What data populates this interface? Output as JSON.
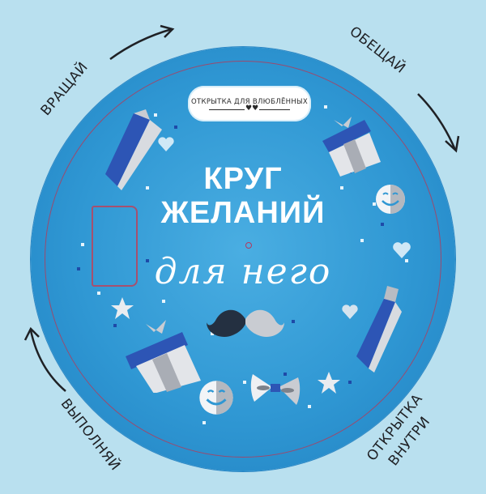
{
  "card": {
    "brand_plaque": "ОТКРЫТКА ДЛЯ ВЛЮБЛЁННЫХ",
    "plaque_ornament": "♥♥",
    "title_line1": "КРУГ",
    "title_line2": "ЖЕЛАНИЙ",
    "subtitle_script": "для него"
  },
  "instructions": {
    "top_left": "ВРАЩАЙ",
    "top_right": "ОБЕЩАЙ",
    "bottom_left": "ВЫПОЛНЯЙ",
    "bottom_right_line1": "ОТКРЫТКА",
    "bottom_right_line2": "ВНУТРИ"
  },
  "icons": [
    "arrow-icon",
    "tie-icon",
    "gift-icon",
    "heart-icon",
    "smiley-icon",
    "star-icon",
    "mustache-icon",
    "bowtie-icon"
  ],
  "colors": {
    "background": "#b9e0ef",
    "disc": "#2f97d3",
    "disc_edge": "#1f7fc0",
    "ring": "#9b4a6e",
    "accent_blue": "#2d55b5",
    "silver": "#c9ccd2",
    "mustache_dark": "#243041",
    "text_dark": "#1f2125"
  }
}
